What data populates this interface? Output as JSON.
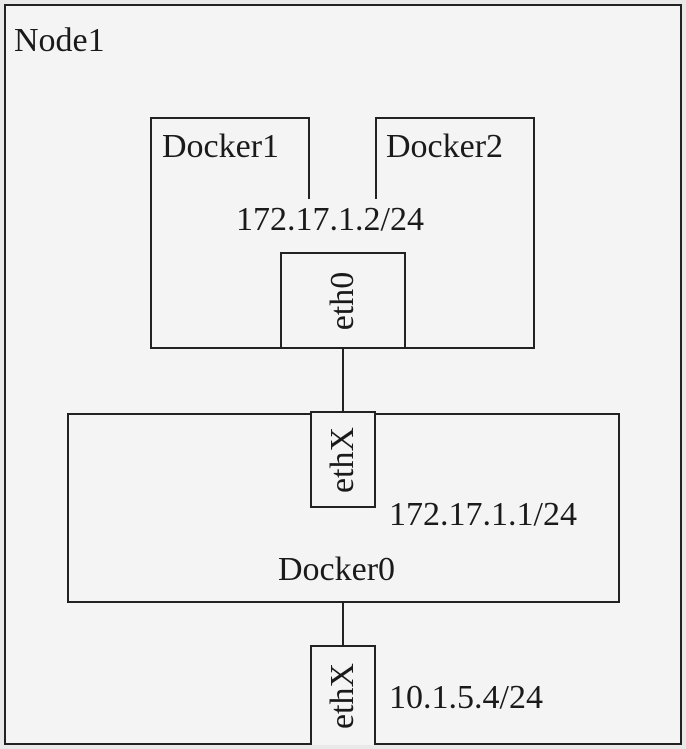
{
  "node": {
    "label": "Node1"
  },
  "containers": [
    {
      "name": "Docker1"
    },
    {
      "name": "Docker2"
    }
  ],
  "container_iface": {
    "name": "eth0",
    "ip": "172.17.1.2/24"
  },
  "bridge": {
    "name": "Docker0",
    "ip": "172.17.1.1/24",
    "iface": "ethX"
  },
  "host_iface": {
    "name": "ethX",
    "ip": "10.1.5.4/24"
  },
  "colors": {
    "stroke": "#222222",
    "background": "#f4f4f4"
  }
}
